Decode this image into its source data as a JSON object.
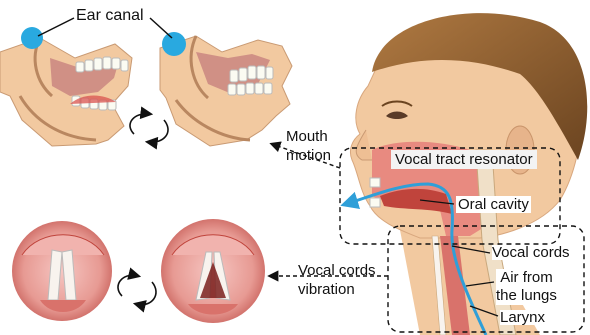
{
  "labels": {
    "ear_canal": "Ear canal",
    "mouth_motion_line1": "Mouth",
    "mouth_motion_line2": "motion",
    "vocal_tract_resonator": "Vocal tract resonator",
    "oral_cavity": "Oral cavity",
    "vocal_cords": "Vocal cords",
    "air_line1": "Air from",
    "air_line2": "the lungs",
    "larynx": "Larynx",
    "vibration_line1": "Vocal cords",
    "vibration_line2": "vibration"
  },
  "colors": {
    "skin": "#f2c9a0",
    "skin_shade": "#e0a879",
    "hair": "#8a5a2b",
    "ear_canal_marker": "#29a9e0",
    "airflow": "#2f9fd8",
    "tissue": "#e88a80",
    "tissue_dark": "#c0443c",
    "teeth": "#fbfbf2"
  },
  "icons": {
    "cycle_upper": "rotate-cycle-icon",
    "cycle_lower": "rotate-cycle-icon"
  }
}
